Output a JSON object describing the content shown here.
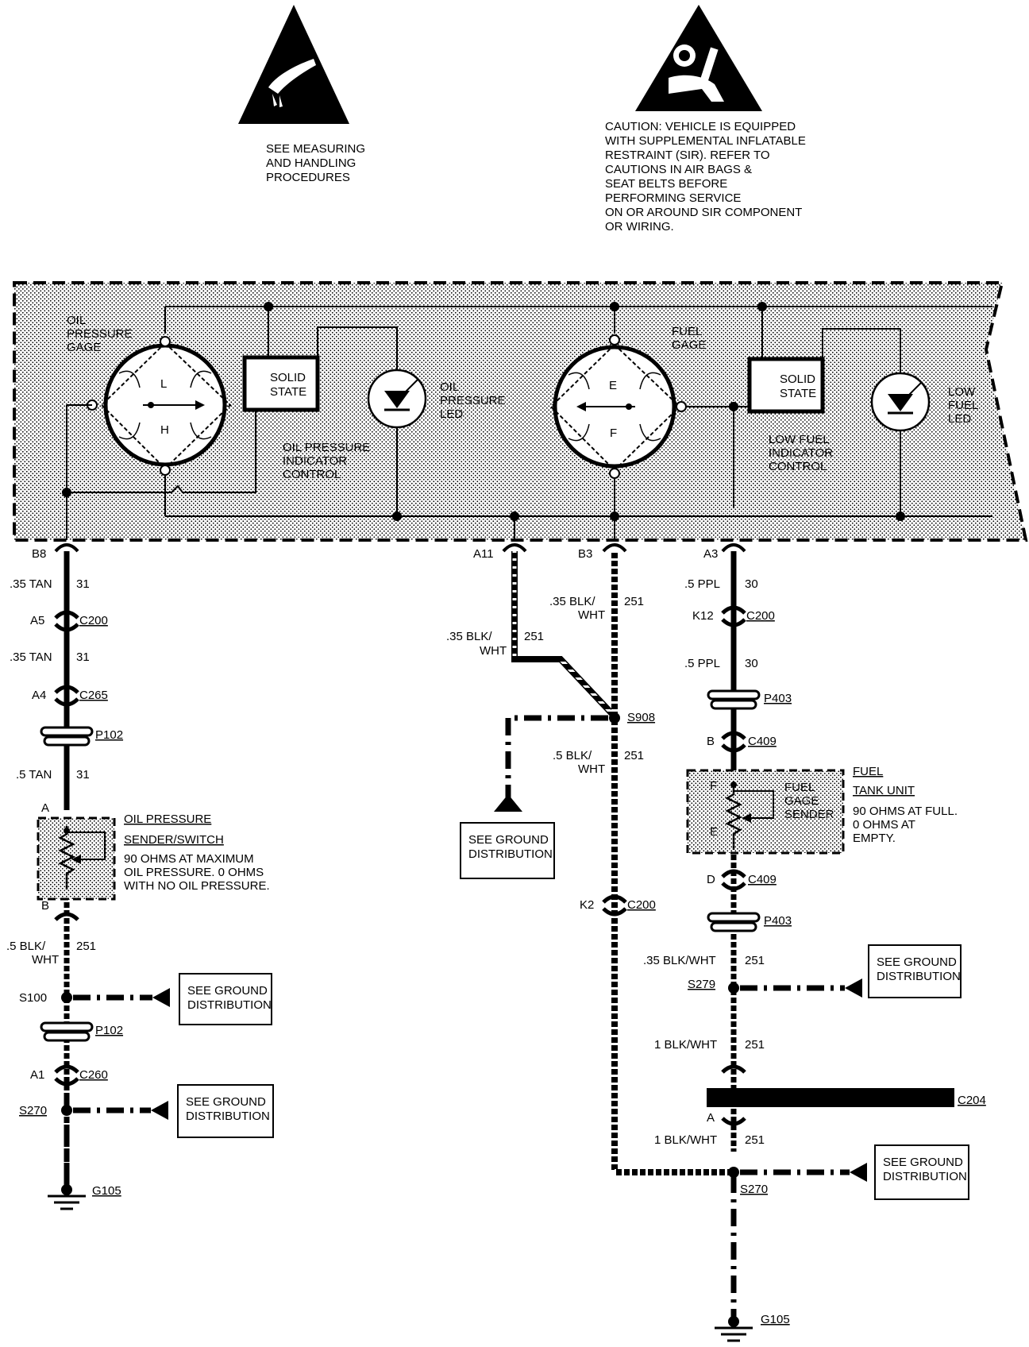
{
  "warnings": {
    "esd": {
      "icon": "esd-hand-warning-icon",
      "lines": [
        "SEE MEASURING",
        "AND HANDLING",
        "PROCEDURES"
      ]
    },
    "sir": {
      "icon": "airbag-warning-icon",
      "lines": [
        "CAUTION: VEHICLE IS EQUIPPED",
        "WITH SUPPLEMENTAL INFLATABLE",
        "RESTRAINT (SIR). REFER TO",
        "CAUTIONS IN AIR BAGS &",
        "SEAT BELTS BEFORE",
        "PERFORMING SERVICE",
        "ON OR AROUND SIR COMPONENT",
        "OR WIRING."
      ]
    }
  },
  "cluster": {
    "oil_gage": [
      "OIL",
      "PRESSURE",
      "GAGE"
    ],
    "oil_gage_letters": [
      "L",
      "H"
    ],
    "solid_state_1": [
      "SOLID",
      "STATE"
    ],
    "oil_led": [
      "OIL",
      "PRESSURE",
      "LED"
    ],
    "oil_control": [
      "OIL PRESSURE",
      "INDICATOR",
      "CONTROL"
    ],
    "fuel_gage": [
      "FUEL",
      "GAGE"
    ],
    "fuel_gage_letters": [
      "E",
      "F"
    ],
    "solid_state_2": [
      "SOLID",
      "STATE"
    ],
    "low_fuel_led": [
      "LOW",
      "FUEL",
      "LED"
    ],
    "low_fuel_control": [
      "LOW FUEL",
      "INDICATOR",
      "CONTROL"
    ],
    "pins": [
      "B8",
      "A11",
      "B3",
      "A3"
    ]
  },
  "left_circuit": {
    "wire1": [
      ".35 TAN",
      "31"
    ],
    "c200": [
      "A5",
      "C200"
    ],
    "wire2": [
      ".35 TAN",
      "31"
    ],
    "c265": [
      "A4",
      "C265"
    ],
    "p102a": "P102",
    "wire3": [
      ".5 TAN",
      "31"
    ],
    "sender_pin_a": "A",
    "sender": [
      "OIL PRESSURE",
      "SENDER/SWITCH",
      "90 OHMS AT MAXIMUM",
      "OIL PRESSURE.  0 OHMS",
      "WITH NO OIL PRESSURE."
    ],
    "sender_pin_b": "B",
    "wire4": [
      ".5 BLK/",
      "WHT",
      "251"
    ],
    "s100": "S100",
    "ground_box_1": [
      "SEE GROUND",
      "DISTRIBUTION"
    ],
    "p102b": "P102",
    "c260": [
      "A1",
      "C260"
    ],
    "s270": "S270",
    "ground_box_2": [
      "SEE GROUND",
      "DISTRIBUTION"
    ],
    "g105": "G105"
  },
  "mid_circuit": {
    "wire_a11": [
      ".35 BLK/",
      "WHT",
      "251"
    ],
    "wire_b3": [
      ".35 BLK/",
      "WHT",
      "251"
    ],
    "s908": "S908",
    "ground_box": [
      "SEE GROUND",
      "DISTRIBUTION"
    ],
    "wire_below": [
      ".5 BLK/",
      "WHT",
      "251"
    ],
    "c200": [
      "K2",
      "C200"
    ]
  },
  "right_circuit": {
    "wire1": [
      ".5 PPL",
      "30"
    ],
    "c200": [
      "K12",
      "C200"
    ],
    "wire2": [
      ".5 PPL",
      "30"
    ],
    "p403a": "P403",
    "c409a": [
      "B",
      "C409"
    ],
    "tank_unit": [
      "FUEL",
      "TANK UNIT",
      "90 OHMS AT FULL.",
      "0 OHMS AT",
      "EMPTY."
    ],
    "sender": [
      "FUEL",
      "GAGE",
      "SENDER"
    ],
    "sender_letters": [
      "F",
      "E"
    ],
    "c409b": [
      "D",
      "C409"
    ],
    "p403b": "P403",
    "wire3": [
      ".35 BLK/WHT",
      "251"
    ],
    "s279": "S279",
    "ground_box_1": [
      "SEE GROUND",
      "DISTRIBUTION"
    ],
    "wire4": [
      "1 BLK/WHT",
      "251"
    ],
    "c204": [
      "C204",
      "A"
    ],
    "wire5": [
      "1 BLK/WHT",
      "251"
    ],
    "ground_box_2": [
      "SEE GROUND",
      "DISTRIBUTION"
    ],
    "s270": "S270",
    "g105": "G105"
  }
}
